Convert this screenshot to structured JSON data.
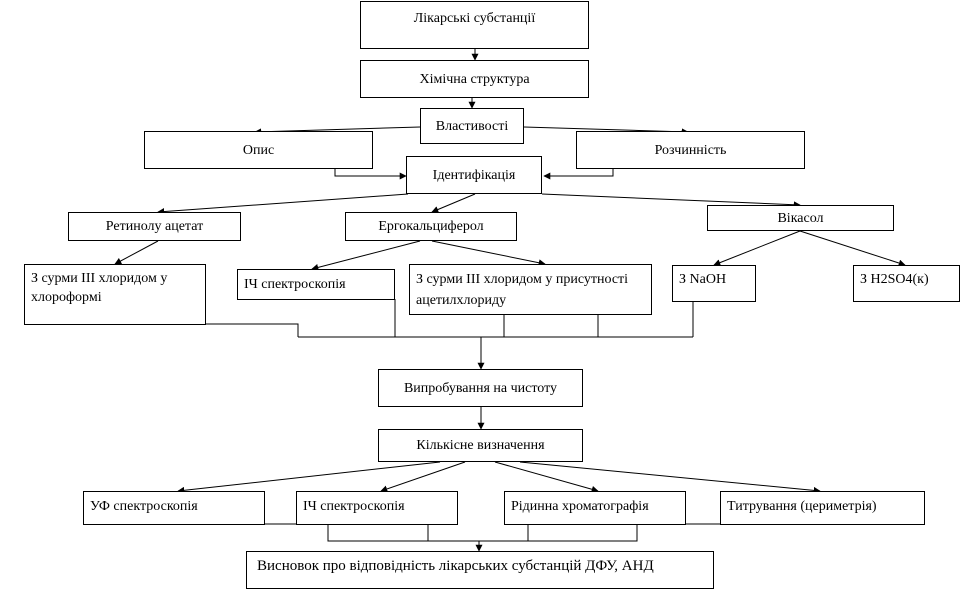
{
  "nodes": {
    "substances": "Лікарські субстанції",
    "structure": "Хімічна структура",
    "properties": "Властивості",
    "description": "Опис",
    "solubility": "Розчинність",
    "identification": "Ідентифікація",
    "retinol": "Ретинолу ацетат",
    "ergocalciferol": "Ергокальциферол",
    "vikasol": "Вікасол",
    "sb_chloroform": "З сурми ІІІ хлоридом у хлороформі",
    "ir_identification": "ІЧ спектроскопія",
    "sb_acetylchloride": "З сурми ІІІ хлоридом у присутності ацетилхлориду",
    "naoh": "З NaOH",
    "h2so4": "З H2SO4(к)",
    "purity": "Випробування на чистоту",
    "quantitative": "Кількісне визначення",
    "uv": "УФ спектроскопія",
    "ir_quant": "ІЧ спектроскопія",
    "lc": "Рідинна хроматографія",
    "titration": "Титрування (цериметрія)",
    "conclusion": "Висновок про відповідність лікарських субстанцій ДФУ, АНД"
  }
}
